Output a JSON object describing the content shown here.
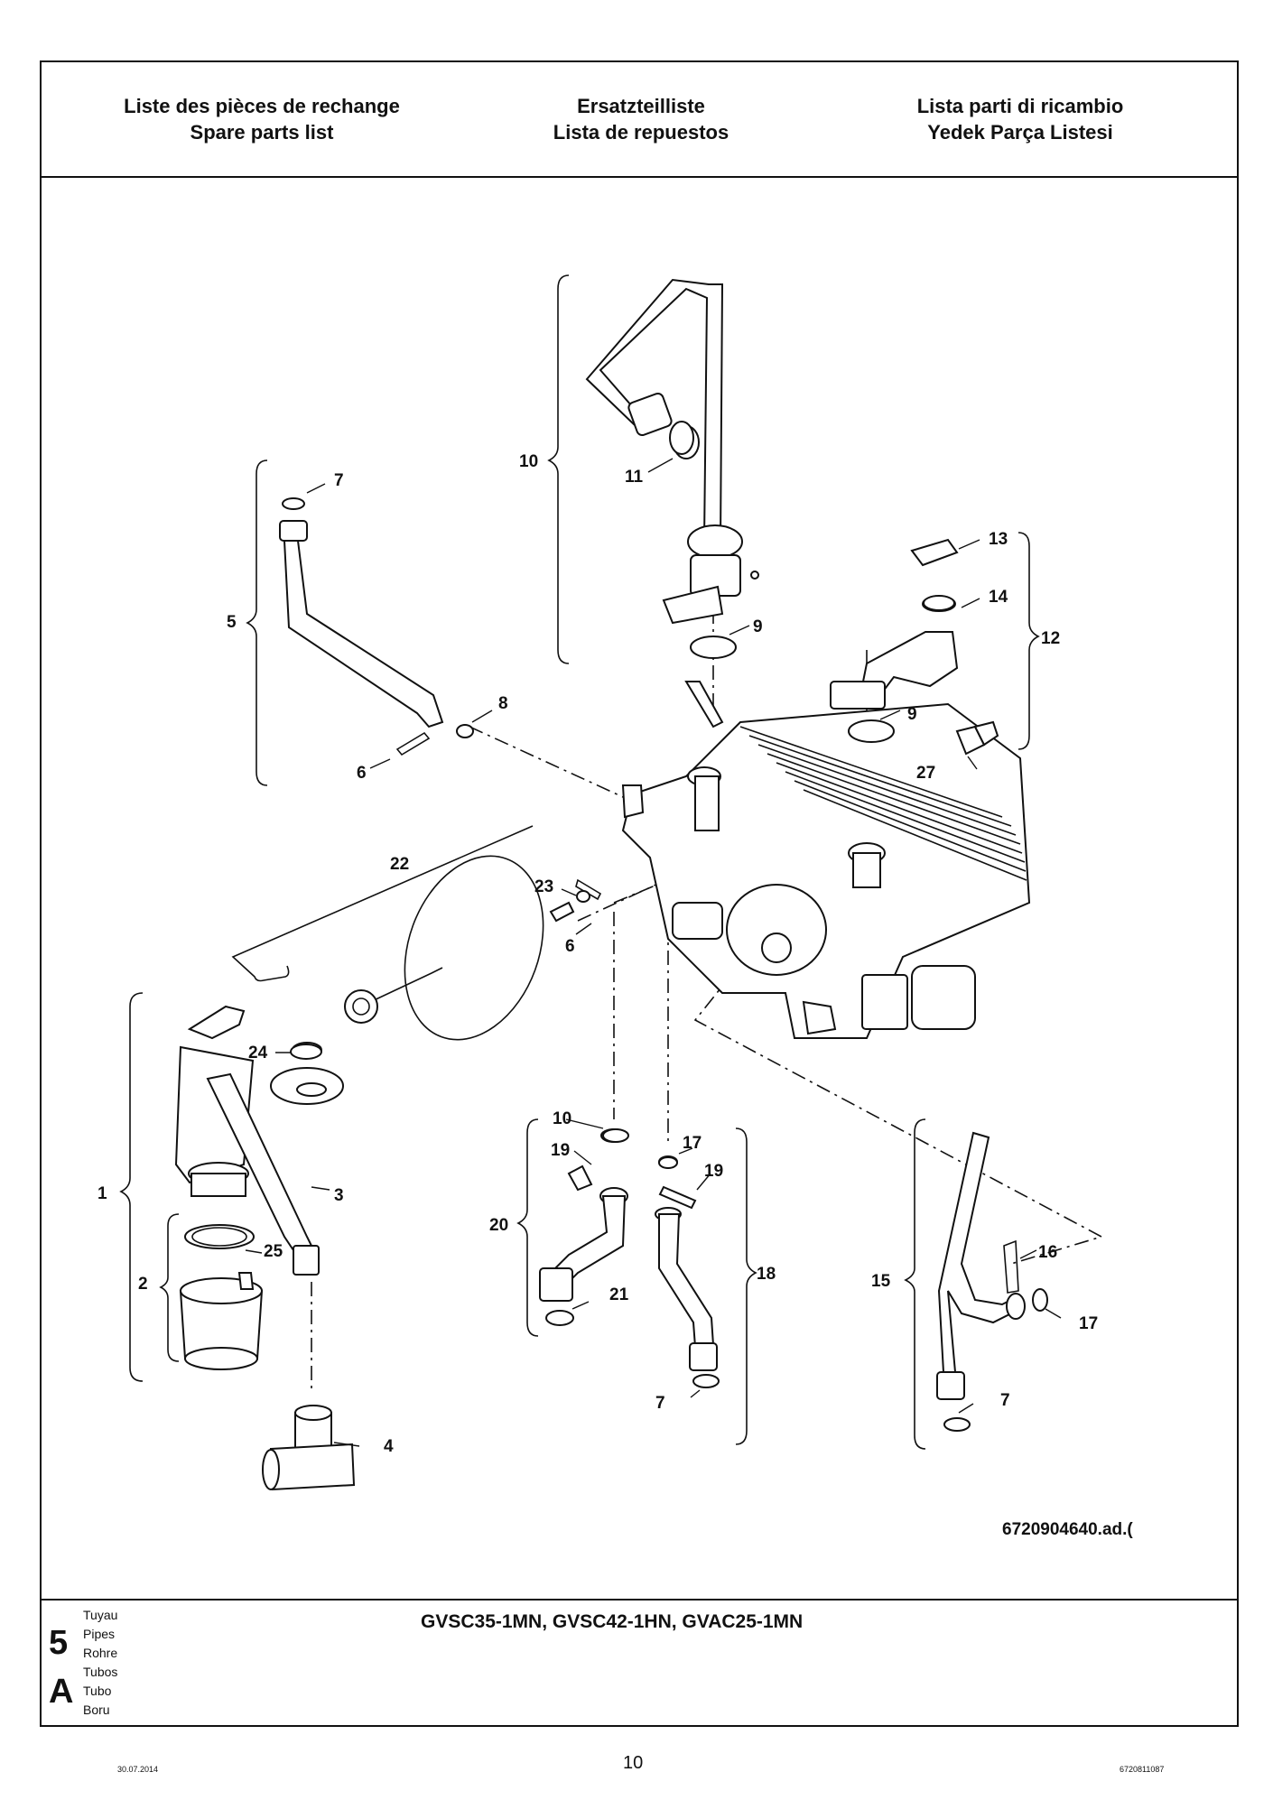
{
  "header": {
    "col1": [
      "Liste des pièces de rechange",
      "Spare parts list"
    ],
    "col2": [
      "Ersatzteilliste",
      "Lista de repuestos"
    ],
    "col3": [
      "Lista parti di ricambio",
      "Yedek Parça Listesi"
    ]
  },
  "diagram": {
    "callouts": [
      "1",
      "2",
      "3",
      "4",
      "5",
      "6",
      "6",
      "7",
      "7",
      "7",
      "8",
      "9",
      "9",
      "10",
      "10",
      "11",
      "12",
      "13",
      "14",
      "15",
      "16",
      "17",
      "17",
      "18",
      "19",
      "19",
      "20",
      "21",
      "22",
      "23",
      "24",
      "25",
      "27"
    ],
    "reference": "6720904640.ad.("
  },
  "section": {
    "number": "5",
    "letter": "A",
    "names": [
      "Tuyau",
      "Pipes",
      "Rohre",
      "Tubos",
      "Tubo",
      "Boru"
    ]
  },
  "models": "GVSC35-1MN, GVSC42-1HN, GVAC25-1MN",
  "footer": {
    "date": "30.07.2014",
    "page": "10",
    "doc_number": "6720811087"
  }
}
